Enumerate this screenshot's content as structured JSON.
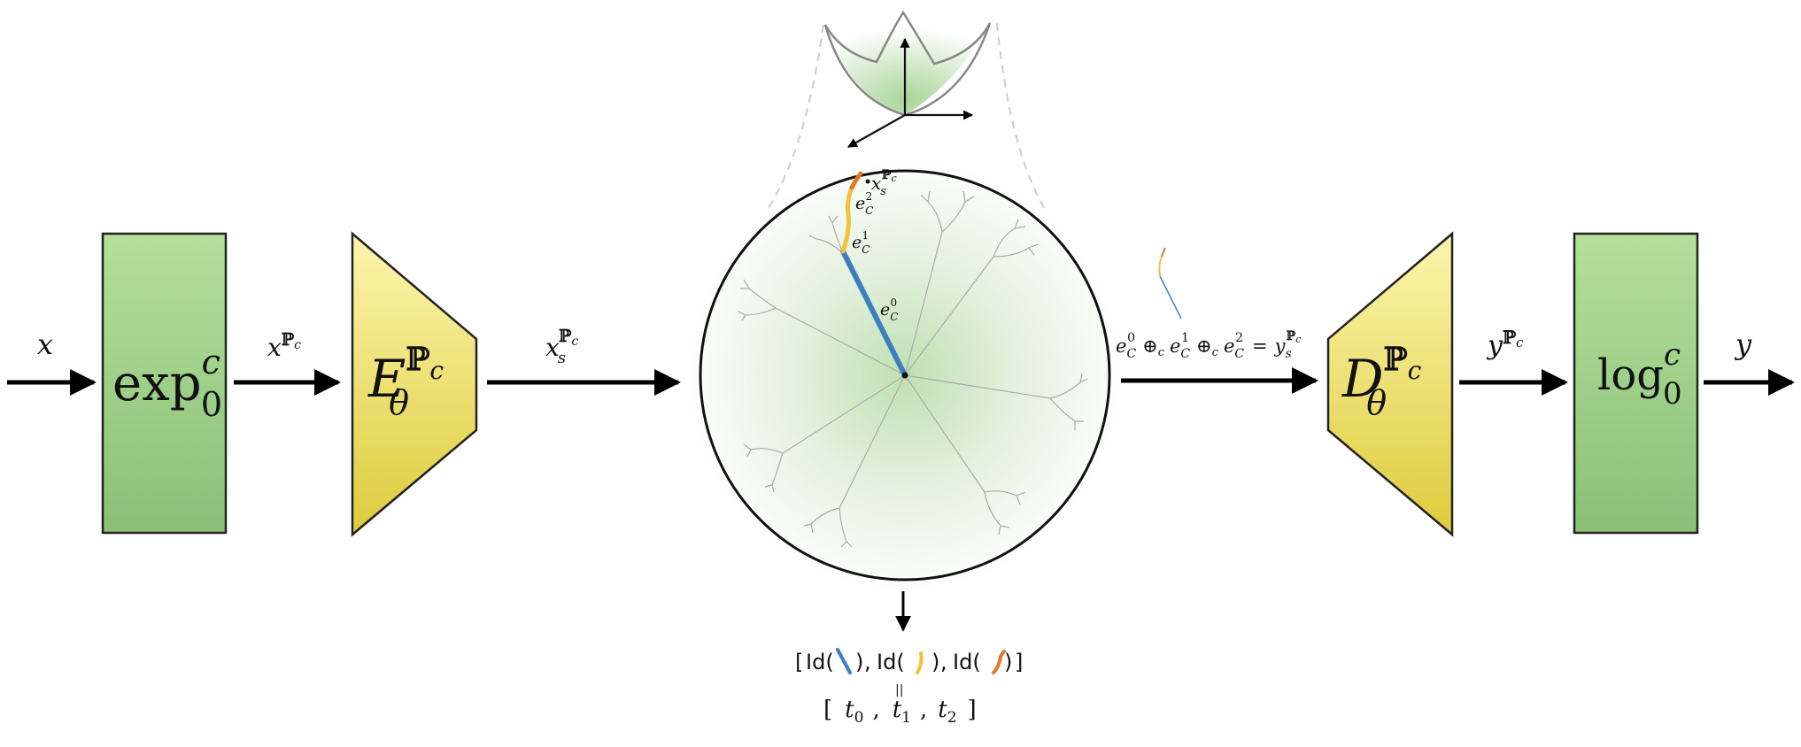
{
  "input": {
    "var": "x"
  },
  "exp_block": {
    "base": "exp",
    "sup": "c",
    "sub": "0"
  },
  "arrow1": {
    "var": "x",
    "sup": "ℙ",
    "supsub": "c"
  },
  "encoder": {
    "base": "E",
    "sup": "ℙ",
    "supsub": "c",
    "sub": "θ"
  },
  "arrow2": {
    "var": "x",
    "sub": "s",
    "sup": "ℙ",
    "supsub": "c"
  },
  "disk": {
    "point": {
      "var": "x",
      "sub": "s",
      "sup": "ℙ",
      "supsub": "c"
    },
    "e0": {
      "base": "e",
      "sub": "C",
      "sup": "0"
    },
    "e1": {
      "base": "e",
      "sub": "C",
      "sup": "1"
    },
    "e2": {
      "base": "e",
      "sub": "C",
      "sup": "2"
    }
  },
  "equation": {
    "e": "e",
    "C": "C",
    "s0": "0",
    "s1": "1",
    "s2": "2",
    "oplus": "⊕",
    "oplus_sub": "c",
    "eq": "=",
    "y": "y",
    "y_sub": "s",
    "y_sup": "ℙ",
    "y_supsub": "c"
  },
  "decoder": {
    "base": "D",
    "sup": "ℙ",
    "supsub": "c",
    "sub": "θ"
  },
  "arrow4": {
    "var": "y",
    "sup": "ℙ",
    "supsub": "c"
  },
  "log_block": {
    "base": "log",
    "sup": "c",
    "sub": "0"
  },
  "output": {
    "var": "y"
  },
  "ids": {
    "open": "[",
    "id": "Id(",
    "close": ")",
    "comma": ",",
    "end": "]"
  },
  "eq_sign": "||",
  "tokens": {
    "open": "[",
    "t": "t",
    "s0": "0",
    "s1": "1",
    "s2": "2",
    "comma": ",",
    "close": "]"
  },
  "colors": {
    "green_top": "#b3e09b",
    "green_bottom": "#8bbf78",
    "yellow_top": "#fcf5ad",
    "yellow_bottom": "#decb3c",
    "blue": "#3c7ec0",
    "yellow_seg": "#efc33a",
    "orange_seg": "#df7a26"
  }
}
